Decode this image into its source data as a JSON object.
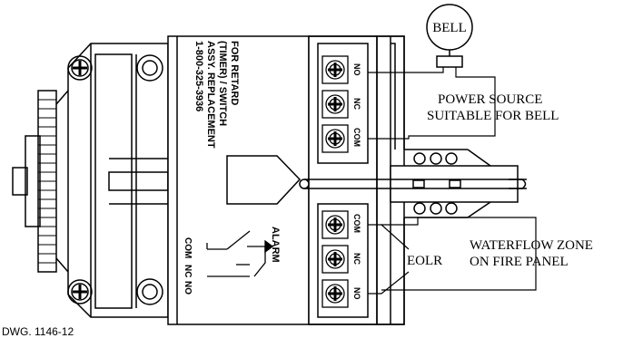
{
  "labels": {
    "bell": "BELL",
    "power_line1": "POWER SOURCE",
    "power_line2": "SUITABLE FOR BELL",
    "eolr": "EOLR",
    "waterflow_line1": "WATERFLOW ZONE",
    "waterflow_line2": "ON FIRE PANEL",
    "drawing_number": "DWG. 1146-12"
  },
  "cover_text": {
    "line1": "FOR RETARD",
    "line2": "(TIMER) / SWITCH",
    "line3": "ASSY. REPLACEMENT",
    "line4": "1-800-325-3936"
  },
  "switch": {
    "alarm": "ALARM",
    "com": "COM",
    "nc": "NC",
    "no": "NO"
  },
  "terminals_top": [
    "NO",
    "NC",
    "COM"
  ],
  "terminals_bottom": [
    "COM",
    "NC",
    "NO"
  ]
}
